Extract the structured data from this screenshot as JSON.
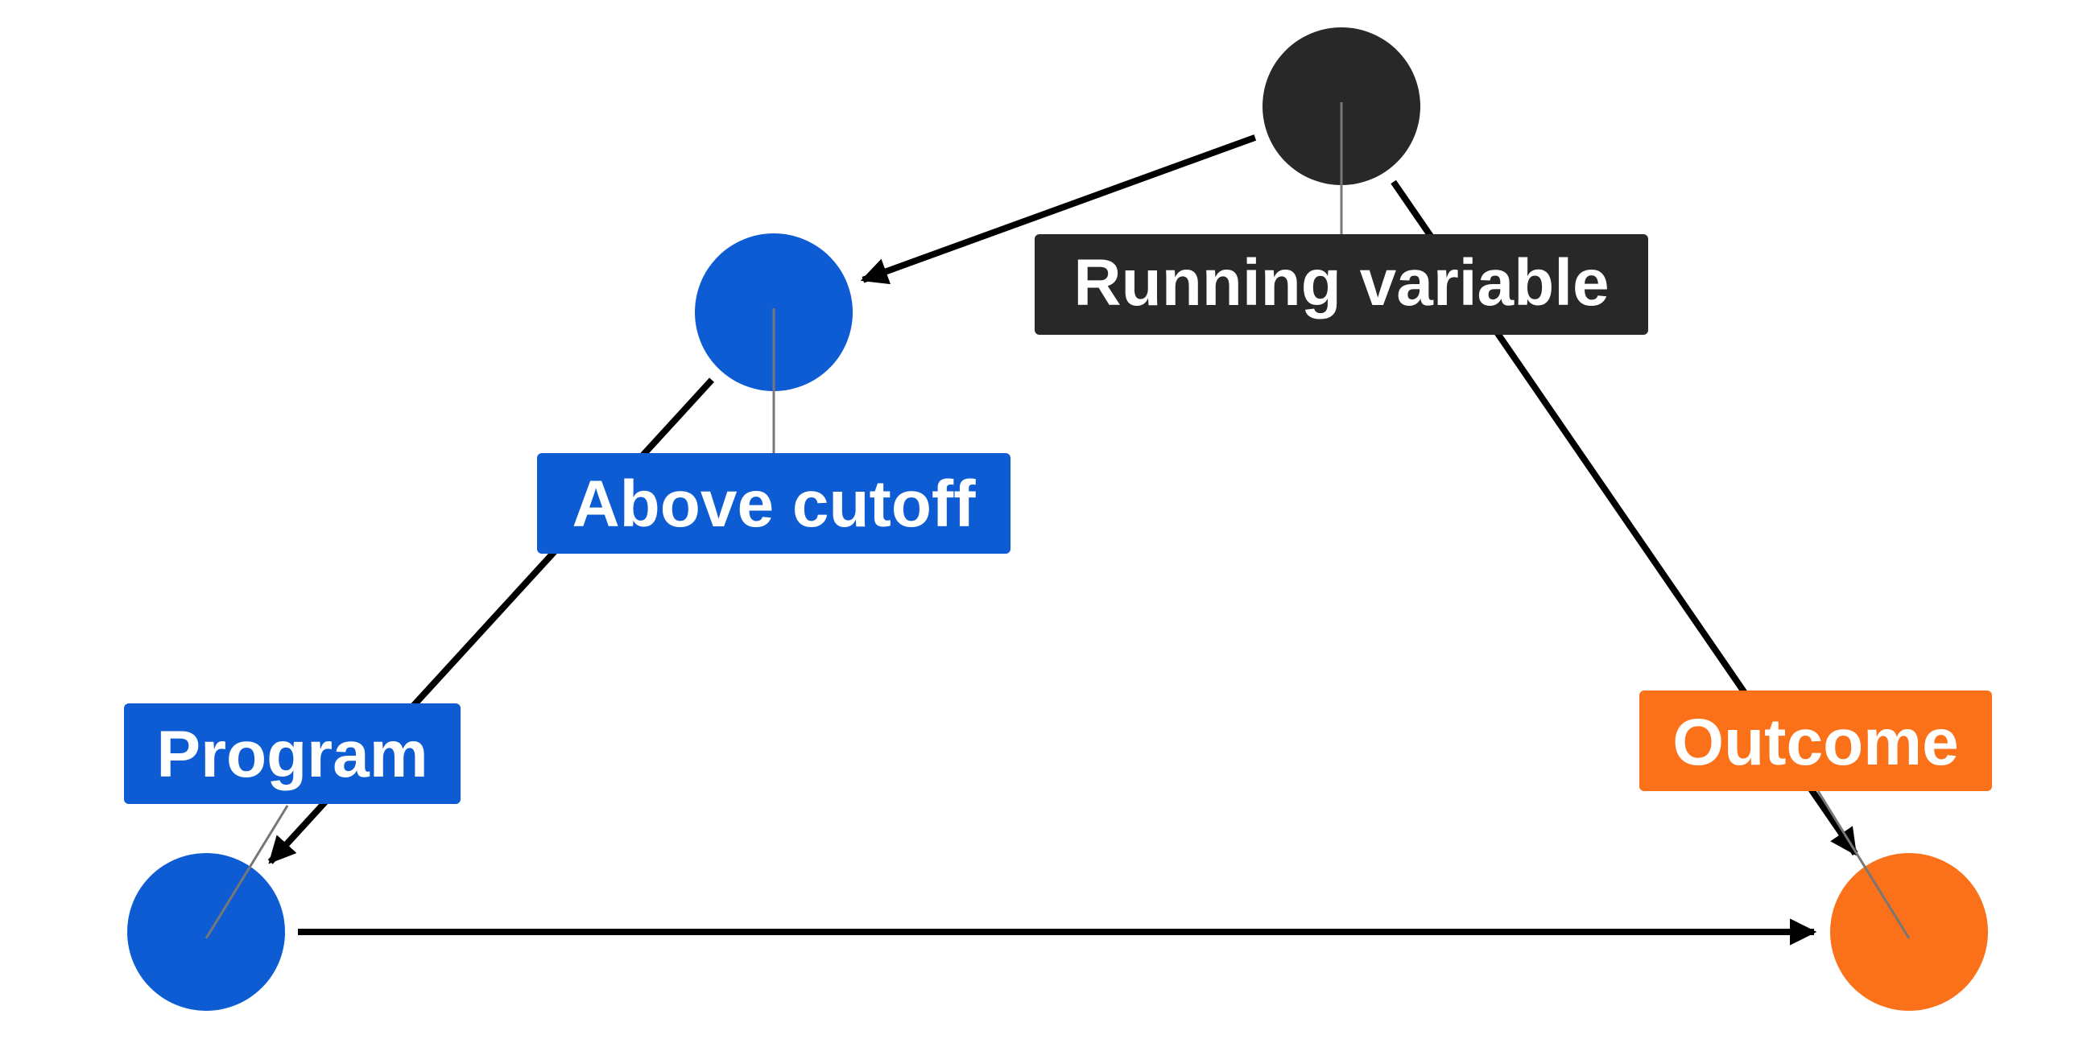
{
  "colors": {
    "background": "#ffffff",
    "edge": "#000000",
    "leader": "#777777",
    "label_text": "#ffffff"
  },
  "nodes": [
    {
      "id": "running",
      "label": "Running variable",
      "color": "#282828"
    },
    {
      "id": "above",
      "label": "Above cutoff",
      "color": "#0e5cd3"
    },
    {
      "id": "program",
      "label": "Program",
      "color": "#0e5cd3"
    },
    {
      "id": "outcome",
      "label": "Outcome",
      "color": "#fb711a"
    }
  ],
  "edges": [
    {
      "from": "running",
      "to": "above"
    },
    {
      "from": "running",
      "to": "outcome"
    },
    {
      "from": "above",
      "to": "program"
    },
    {
      "from": "program",
      "to": "outcome"
    }
  ]
}
